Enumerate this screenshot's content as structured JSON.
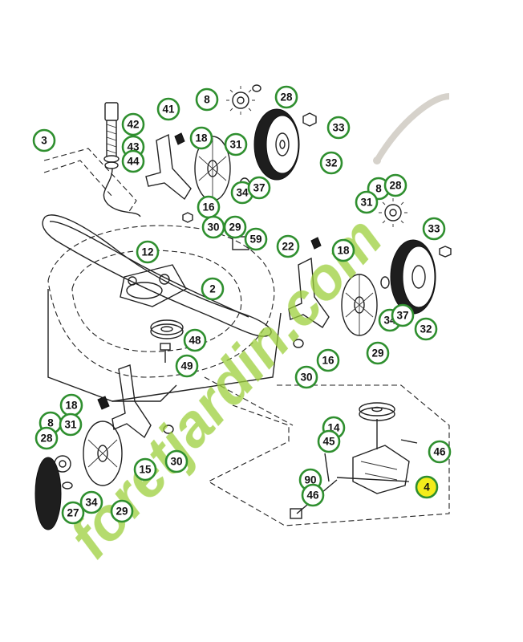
{
  "diagram": {
    "callouts": [
      "3",
      "8",
      "28",
      "41",
      "42",
      "43",
      "44",
      "18",
      "31",
      "33",
      "32",
      "34",
      "37",
      "16",
      "30",
      "29",
      "59",
      "8",
      "28",
      "31",
      "33",
      "12",
      "2",
      "22",
      "18",
      "34",
      "37",
      "32",
      "48",
      "49",
      "16",
      "29",
      "30",
      "18",
      "8",
      "31",
      "28",
      "15",
      "30",
      "14",
      "45",
      "46",
      "90",
      "46",
      "4",
      "27",
      "34",
      "29"
    ],
    "highlighted_callout": "4",
    "watermark": "foretjardin.com",
    "colors": {
      "callout_ring": "#2f8f2f",
      "highlight": "#f3ec1b",
      "watermark_green": "#9ccf3c",
      "watermark_orange": "#f2a24a",
      "watermark_gray": "#c9c3ba"
    }
  }
}
